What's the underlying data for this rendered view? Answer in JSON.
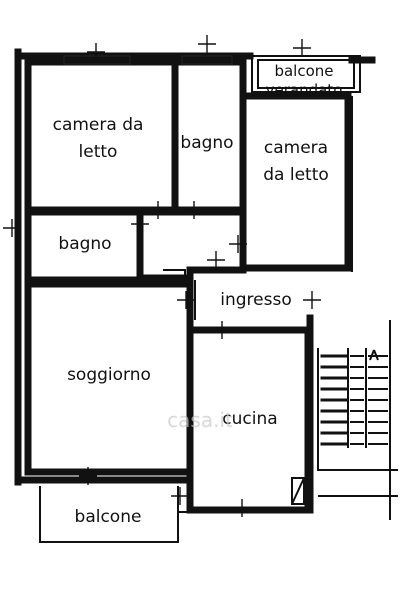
{
  "rooms": {
    "camera_da_letto_left": [
      "camera da",
      "letto"
    ],
    "bagno_top": "bagno",
    "camera_da_letto_right": [
      "camera",
      "da letto"
    ],
    "balcone_verandato": [
      "balcone",
      "verandato"
    ],
    "bagno_mid": "bagno",
    "ingresso": "ingresso",
    "soggiorno": "soggiorno",
    "cucina": "cucina",
    "balcone_bottom": "balcone"
  },
  "watermark": "casa.it",
  "colors": {
    "wall": "#111111",
    "background": "#ffffff",
    "watermark": "#c8c8c8"
  }
}
